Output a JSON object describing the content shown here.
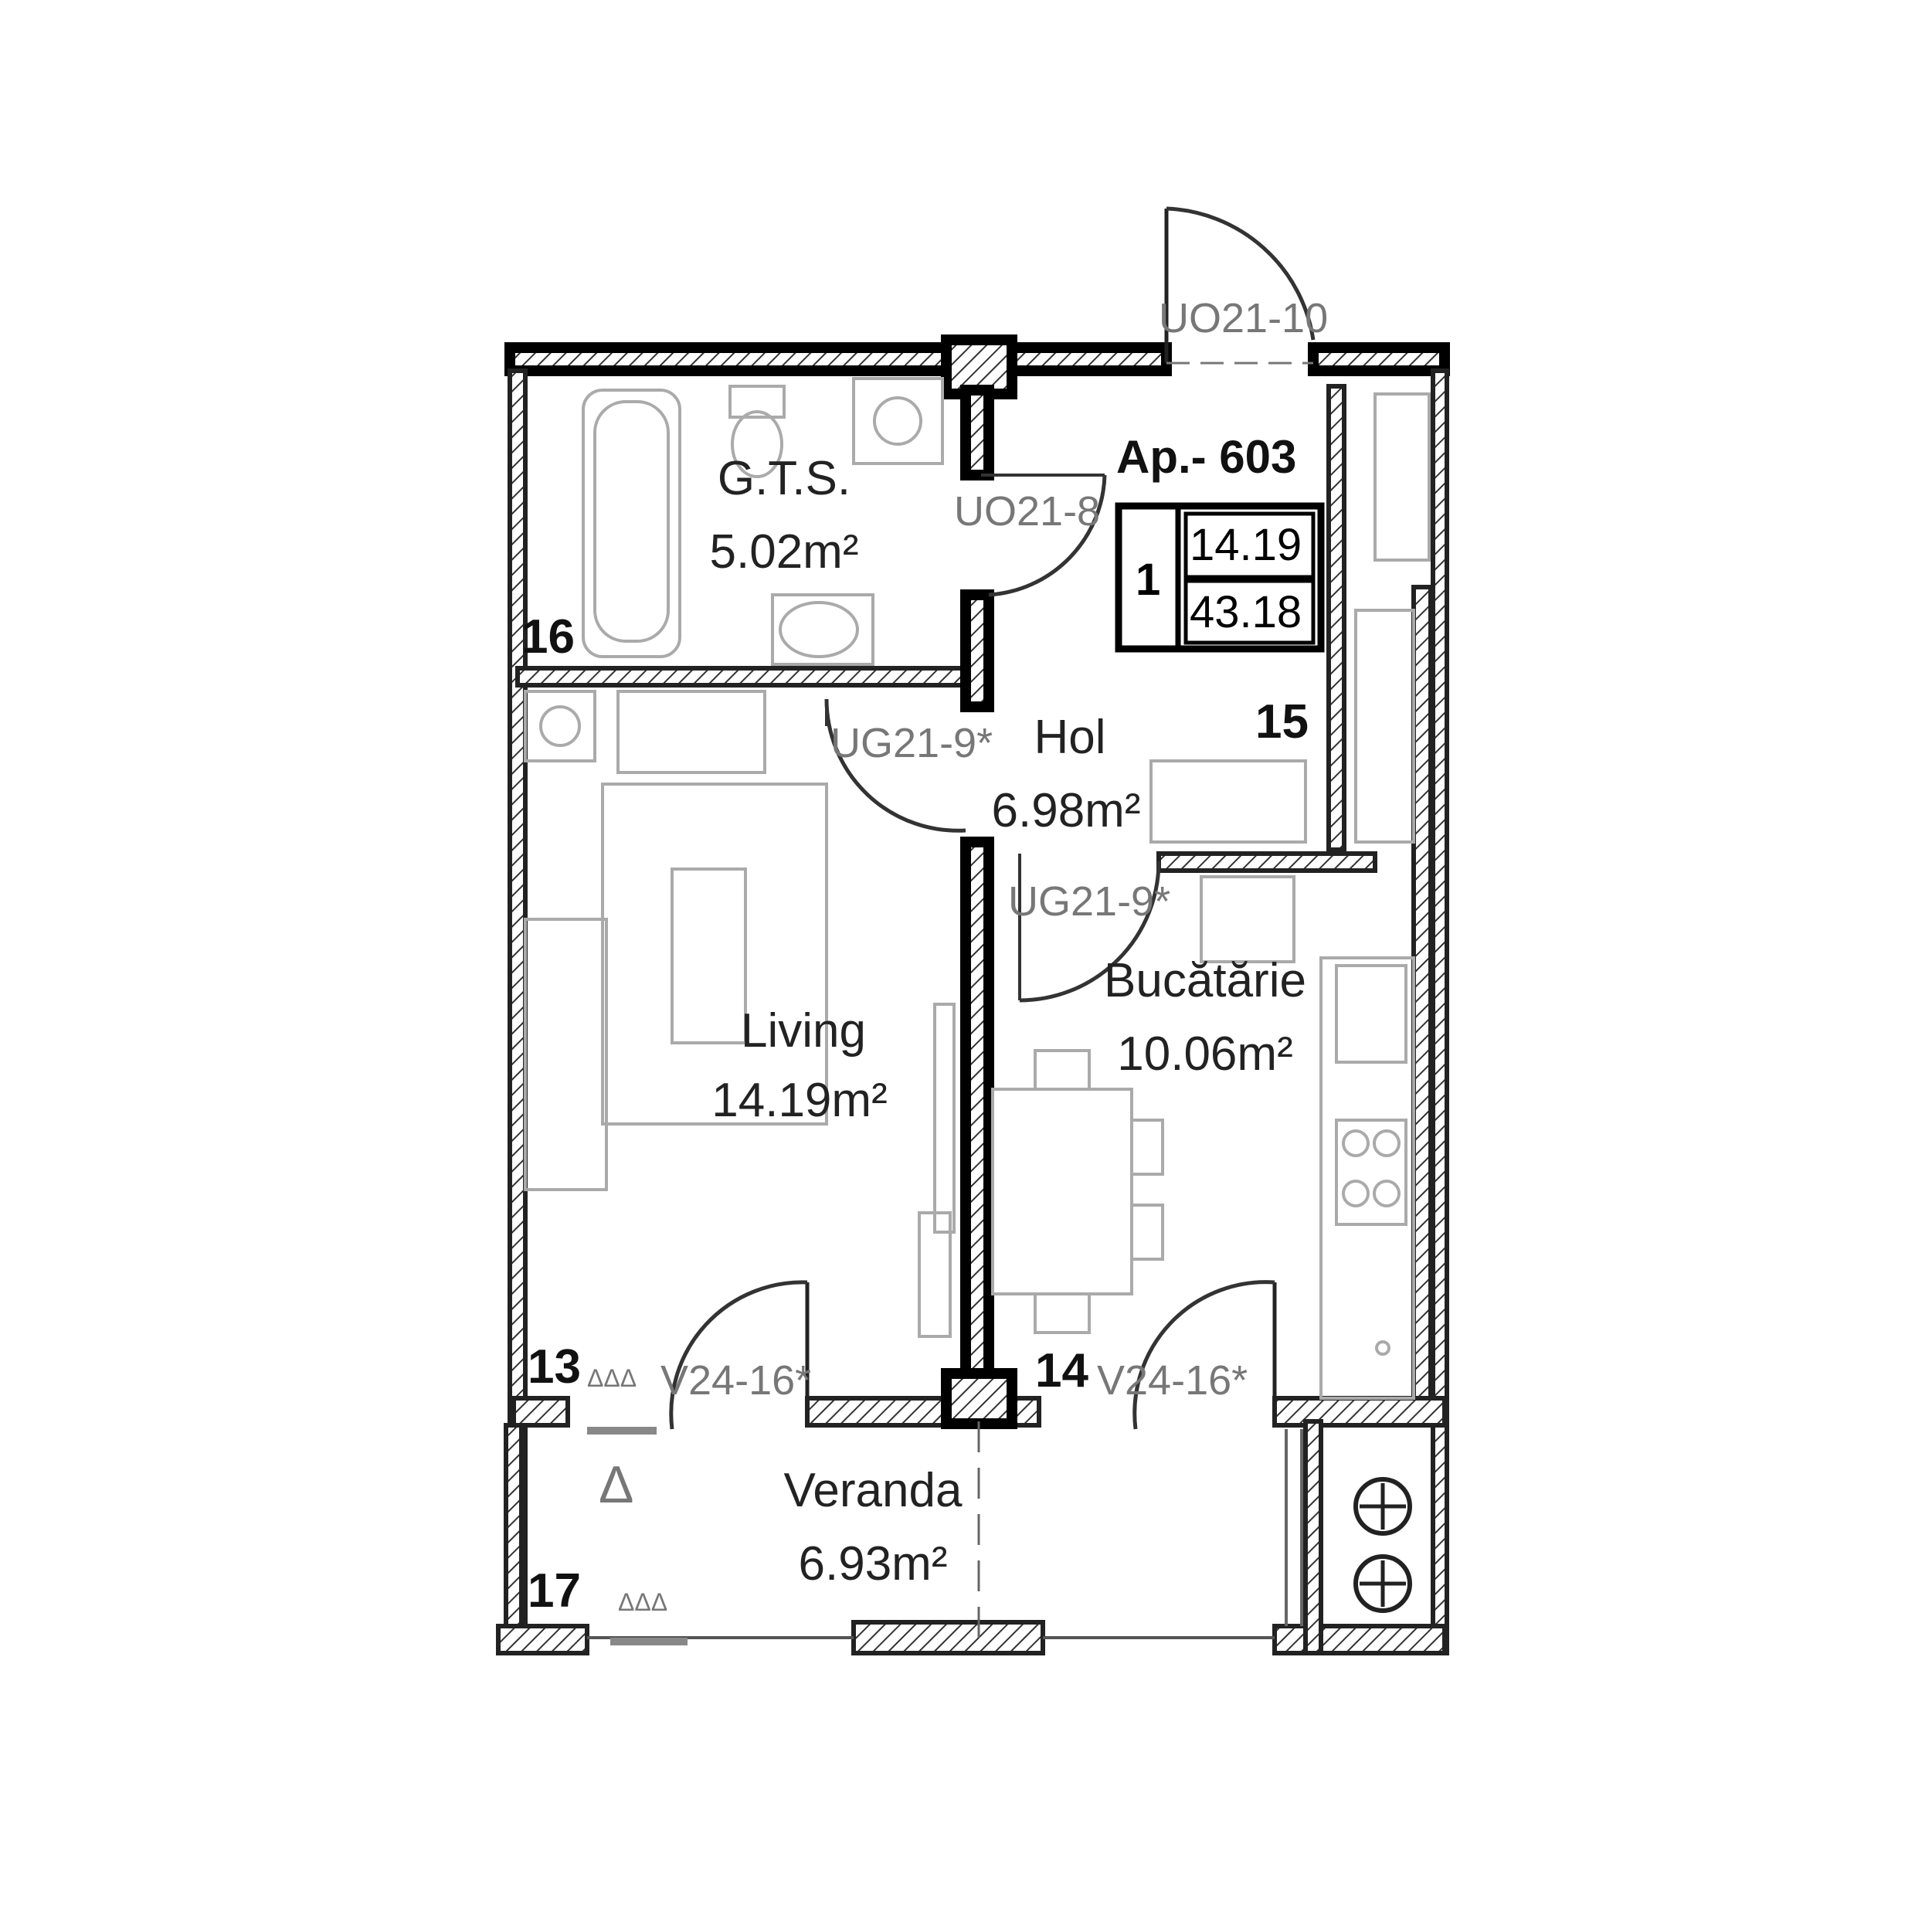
{
  "apartment": {
    "title": "Ap.- 603",
    "rooms_count": "1",
    "living_area": "14.19",
    "total_area": "43.18"
  },
  "rooms": [
    {
      "name": "G.T.S.",
      "area": "5.02m²"
    },
    {
      "name": "Hol",
      "area": "6.98m²"
    },
    {
      "name": "Living",
      "area": "14.19m²"
    },
    {
      "name": "Bucătărie",
      "area": "10.06m²"
    },
    {
      "name": "Veranda",
      "area": "6.93m²"
    }
  ],
  "shaft_numbers": [
    "16",
    "15",
    "13",
    "14",
    "17"
  ],
  "door_codes": [
    "UO21-10",
    "UO21-8",
    "UG21-9*",
    "UG21-9*",
    "V24-16*",
    "V24-16*"
  ],
  "triangle_marks": [
    "ΔΔΔ",
    "ΔΔΔ",
    "Δ"
  ],
  "colors": {
    "wall": "#222222",
    "furniture": "#aaaaaa",
    "text": "#222222"
  }
}
